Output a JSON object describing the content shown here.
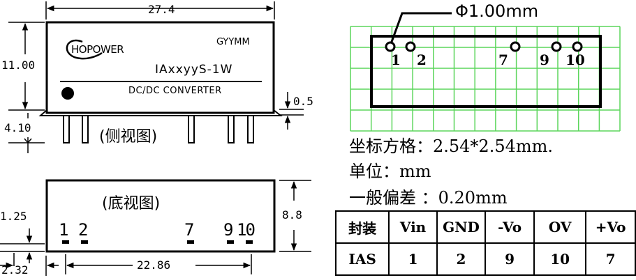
{
  "side_view": {
    "dim_width": "27.4",
    "dim_height": "11.00",
    "dim_pin_length": "4.10",
    "dim_pin_thickness": "0.5",
    "logo_text": "HOPOWER",
    "date_code": "GYYMM",
    "model": "IAxxyyS-1W",
    "type_label": "DC/DC CONVERTER",
    "caption": "(侧视图)"
  },
  "bottom_view": {
    "caption": "(底视图)",
    "pin_labels": [
      "1",
      "2",
      "7",
      "9",
      "10"
    ],
    "dim_height": "8.8",
    "dim_pin_offset": "1.25",
    "dim_edge": "2.32",
    "dim_pin_span": "22.86"
  },
  "grid_view": {
    "hole_diameter": "Φ1.00mm",
    "pin_labels": [
      "1",
      "2",
      "7",
      "9",
      "10"
    ],
    "grid_color": "#5cd65c"
  },
  "specs": {
    "grid_line": "坐标方格：2.54*2.54mm.",
    "unit_line": "单位：mm",
    "tolerance_line": "一般偏差 ：0.20mm"
  },
  "pin_table": {
    "headers": [
      "封装",
      "Vin",
      "GND",
      "-Vo",
      "OV",
      "+Vo"
    ],
    "row": [
      "IAS",
      "1",
      "2",
      "9",
      "10",
      "7"
    ]
  }
}
